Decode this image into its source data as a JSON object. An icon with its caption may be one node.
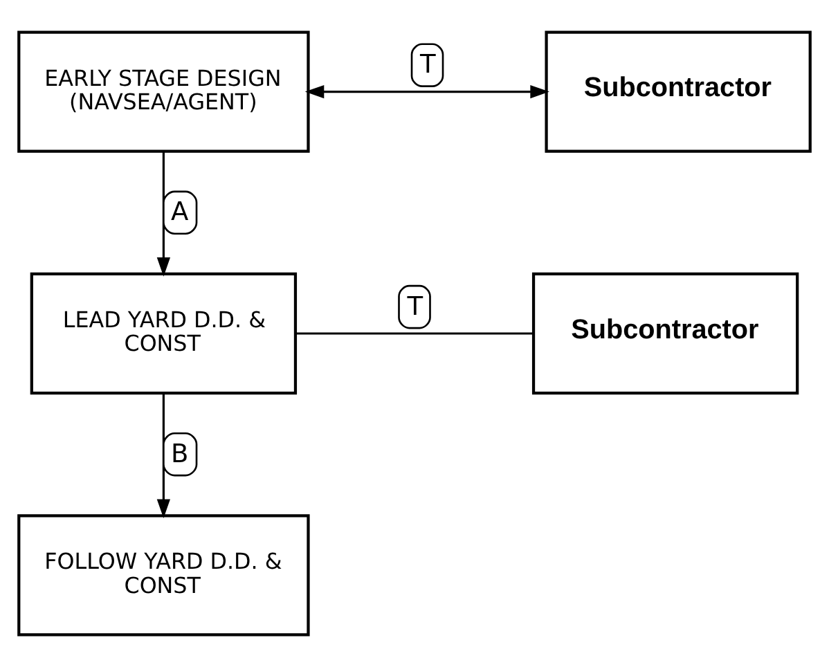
{
  "diagram": {
    "nodes": [
      {
        "text": [
          "EARLY STAGE DESIGN (NAVSEA/AGENT)"
        ]
      },
      {
        "text": [
          "Subcontractor"
        ]
      },
      {
        "text": [
          "LEAD YARD D.D. & CONST"
        ]
      },
      {
        "text": [
          "Subcontractor"
        ]
      },
      {
        "text": [
          "FOLLOW YARD D.D. & CONST"
        ]
      }
    ],
    "edges": [
      {
        "from": 0,
        "to": 1,
        "arrow": "both",
        "label": "T"
      },
      {
        "from": 0,
        "to": 2,
        "arrow": "to",
        "label": "A"
      },
      {
        "from": 2,
        "to": 3,
        "arrow": "none",
        "label": "T"
      },
      {
        "from": 2,
        "to": 4,
        "arrow": "to",
        "label": "B"
      }
    ]
  }
}
